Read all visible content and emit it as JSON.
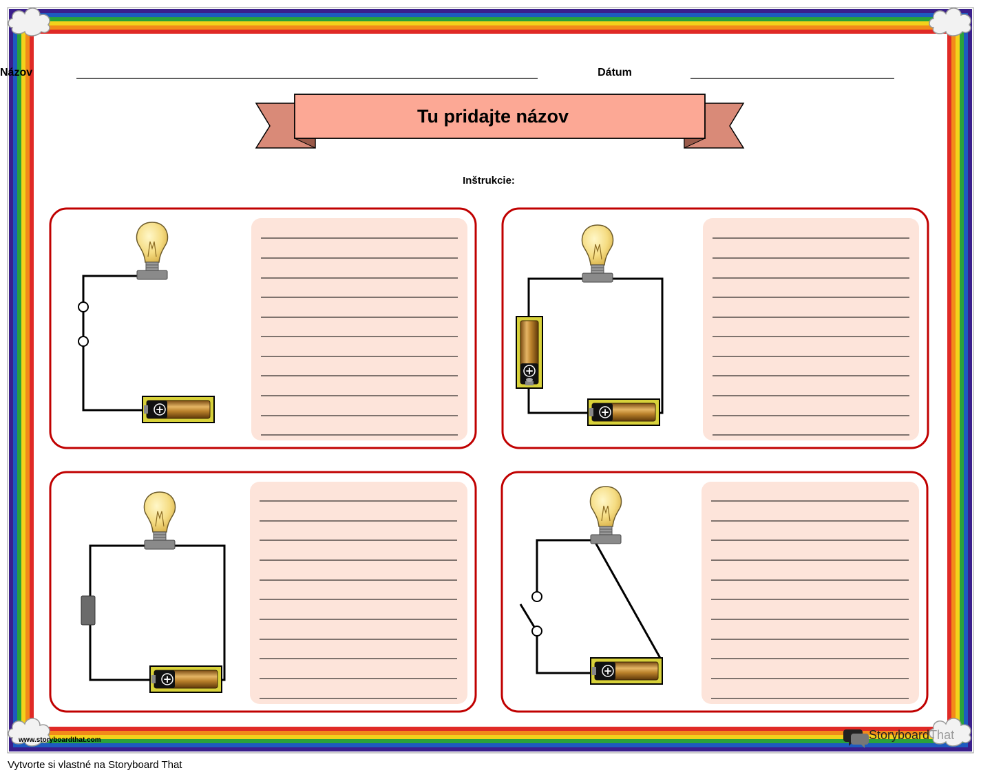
{
  "header": {
    "name_label": "Názov",
    "date_label": "Dátum"
  },
  "banner": {
    "title": "Tu pridajte názov"
  },
  "instructions_label": "Inštrukcie:",
  "panels": [
    {
      "circuit": "bulb-battery-open-terminals",
      "lines": 11
    },
    {
      "circuit": "bulb-two-batteries",
      "lines": 11
    },
    {
      "circuit": "bulb-battery-switch-block",
      "lines": 11
    },
    {
      "circuit": "bulb-battery-open-switch",
      "lines": 11
    }
  ],
  "footer": {
    "website": "www.storyboardthat.com",
    "brand_main": "Storyboard",
    "brand_accent": "That",
    "caption": "Vytvorte si vlastné na Storyboard That"
  },
  "colors": {
    "panel_border": "#c00000",
    "writing_area": "#fde4da",
    "banner_fill": "#fca895",
    "ribbon_fill": "#d98a78",
    "rainbow": [
      "#3b1f8c",
      "#1d5bbf",
      "#2aa23a",
      "#f3d21b",
      "#f28a1a",
      "#e02a26"
    ]
  }
}
